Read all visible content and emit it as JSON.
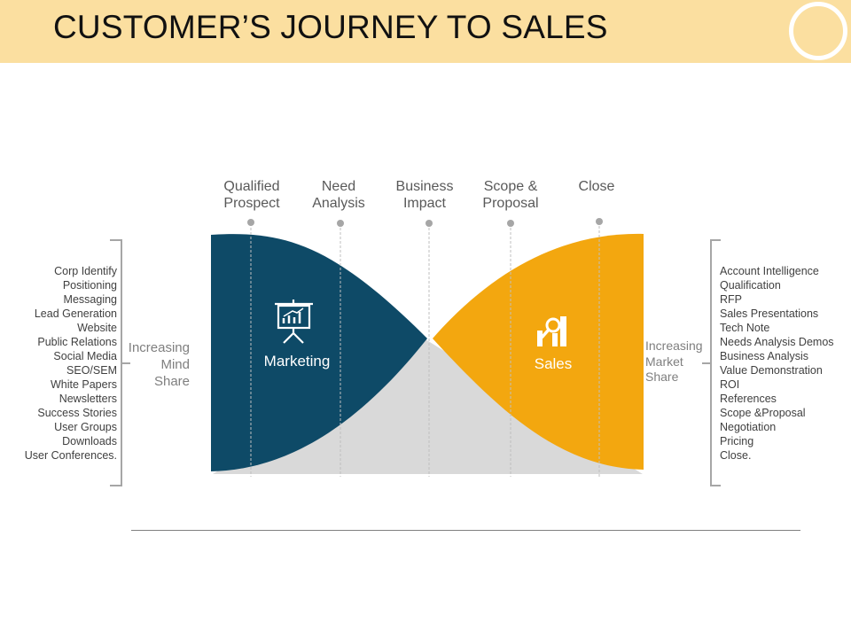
{
  "header": {
    "title": "CUSTOMER’S JOURNEY TO SALES",
    "background": "#FBDFA0",
    "logo_icon": "circle-ring-icon"
  },
  "stages": [
    {
      "line1": "Qualified",
      "line2": "Prospect"
    },
    {
      "line1": "Need",
      "line2": "Analysis"
    },
    {
      "line1": "Business",
      "line2": "Impact"
    },
    {
      "line1": "Scope &",
      "line2": "Proposal"
    },
    {
      "line1": "Close",
      "line2": ""
    }
  ],
  "marketing": {
    "label": "Marketing",
    "icon": "presentation-chart-icon",
    "color": "#0E4A67",
    "side_label": {
      "line1": "Increasing",
      "line2": "Mind",
      "line3": "Share"
    },
    "items": [
      "Corp Identify",
      "Positioning",
      "Messaging",
      "Lead Generation",
      "Website",
      "Public Relations",
      "Social Media",
      "SEO/SEM",
      "White Papers",
      "Newsletters",
      "Success Stories",
      "User Groups",
      "Downloads",
      "User Conferences."
    ]
  },
  "sales": {
    "label": "Sales",
    "icon": "bar-chart-magnifier-icon",
    "color": "#F3A70F",
    "side_label": {
      "line1": "Increasing",
      "line2": "Market",
      "line3": "Share"
    },
    "items": [
      "Account Intelligence",
      "Qualification",
      "RFP",
      "Sales Presentations",
      "Tech Note",
      "Needs Analysis Demos",
      "Business Analysis",
      "Value Demonstration",
      "ROI",
      "References",
      "Scope &Proposal",
      "Negotiation",
      "Pricing",
      "Close."
    ]
  },
  "colors": {
    "gray_area": "#D9D9D9",
    "text_gray": "#595959"
  }
}
